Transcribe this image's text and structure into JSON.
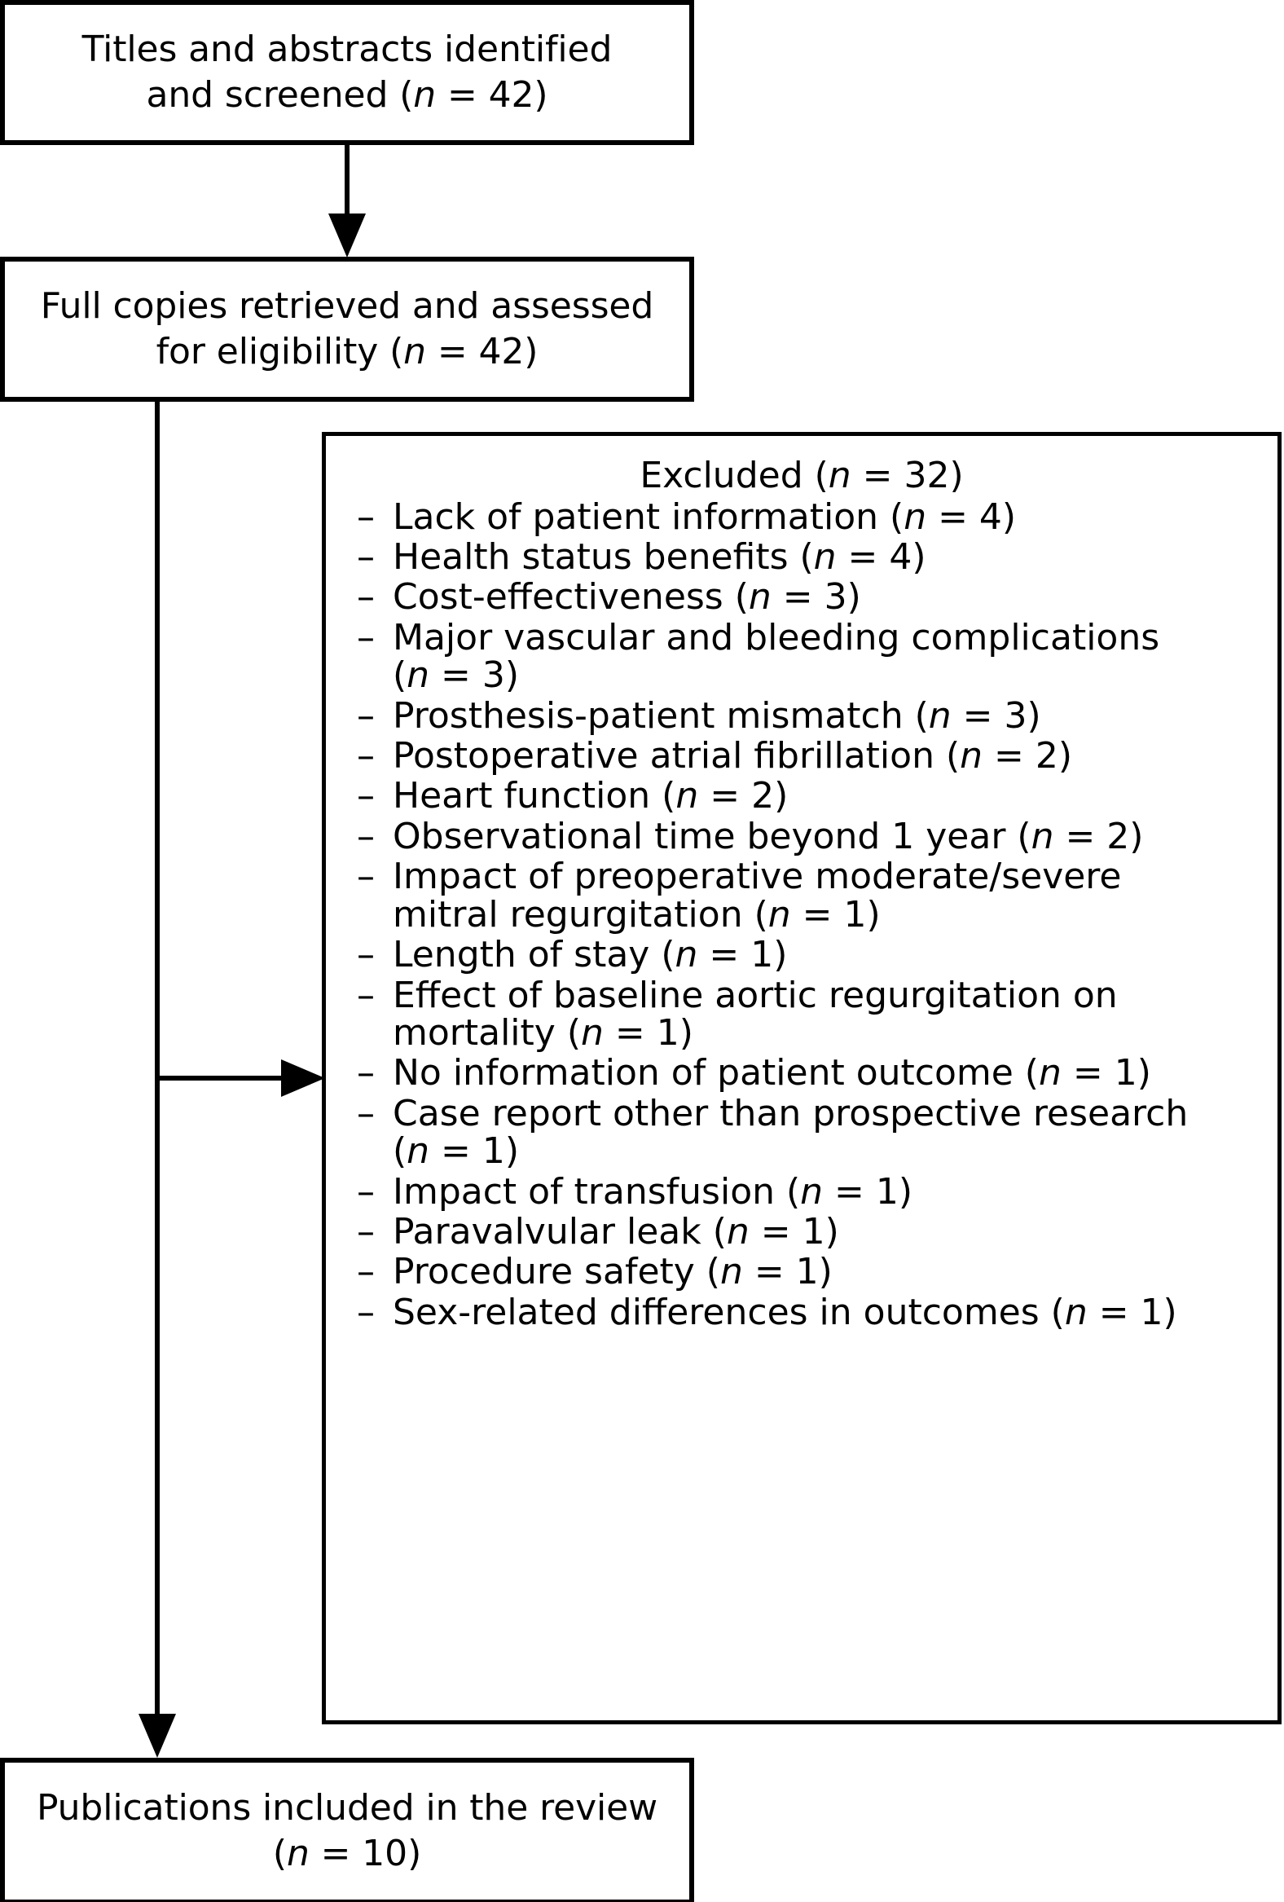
{
  "diagram": {
    "type": "prisma-study-selection-flowchart",
    "nodes": {
      "screened": {
        "line1": "Titles and abstracts identified",
        "line2_prefix": "and screened (",
        "line2_italic": "n",
        "line2_suffix": " = 42)"
      },
      "fulltext": {
        "line1": "Full copies retrieved and assessed",
        "line2_prefix": "for eligibility (",
        "line2_italic": "n",
        "line2_suffix": " = 42)"
      },
      "included": {
        "line1": "Publications included in the review",
        "line2_prefix": "(",
        "line2_italic": "n",
        "line2_suffix": " = 10)"
      },
      "excluded": {
        "title_prefix": "Excluded (",
        "title_italic": "n",
        "title_suffix": " = 32)",
        "bullet": "–",
        "reasons": [
          {
            "text": "Lack of patient information (",
            "italic": "n",
            "tail": " = 4)",
            "count": 4
          },
          {
            "text": "Health status benefits (",
            "italic": "n",
            "tail": " = 4)",
            "count": 4
          },
          {
            "text": "Cost-effectiveness (",
            "italic": "n",
            "tail": " = 3)",
            "count": 3
          },
          {
            "text": "Major vascular and bleeding complications",
            "italic": "n",
            "tail": " = 3)",
            "wrap_prefix": "(",
            "count": 3
          },
          {
            "text": "Prosthesis-patient mismatch (",
            "italic": "n",
            "tail": " = 3)",
            "count": 3
          },
          {
            "text": "Postoperative atrial fibrillation (",
            "italic": "n",
            "tail": " = 2)",
            "count": 2
          },
          {
            "text": "Heart function (",
            "italic": "n",
            "tail": " = 2)",
            "count": 2
          },
          {
            "text": "Observational time beyond 1 year (",
            "italic": "n",
            "tail": " = 2)",
            "count": 2
          },
          {
            "text": "Impact of preoperative moderate/severe",
            "italic": "n",
            "tail": " = 1)",
            "wrap_prefix": "mitral regurgitation (",
            "count": 1
          },
          {
            "text": "Length of stay (",
            "italic": "n",
            "tail": " = 1)",
            "count": 1
          },
          {
            "text": "Effect of baseline aortic regurgitation on",
            "italic": "n",
            "tail": " = 1)",
            "wrap_prefix": "mortality (",
            "count": 1
          },
          {
            "text": "No information of patient outcome (",
            "italic": "n",
            "tail": " = 1)",
            "count": 1
          },
          {
            "text": "Case report other than prospective research",
            "italic": "n",
            "tail": " = 1)",
            "wrap_prefix": "(",
            "count": 1
          },
          {
            "text": "Impact of transfusion (",
            "italic": "n",
            "tail": " = 1)",
            "count": 1
          },
          {
            "text": "Paravalvular leak (",
            "italic": "n",
            "tail": " = 1)",
            "count": 1
          },
          {
            "text": "Procedure safety (",
            "italic": "n",
            "tail": " = 1)",
            "count": 1
          },
          {
            "text": "Sex-related differences in outcomes (",
            "italic": "n",
            "tail": " = 1)",
            "count": 1
          }
        ]
      }
    },
    "colors": {
      "stroke": "#000000",
      "background": "#ffffff",
      "text": "#000000"
    }
  }
}
